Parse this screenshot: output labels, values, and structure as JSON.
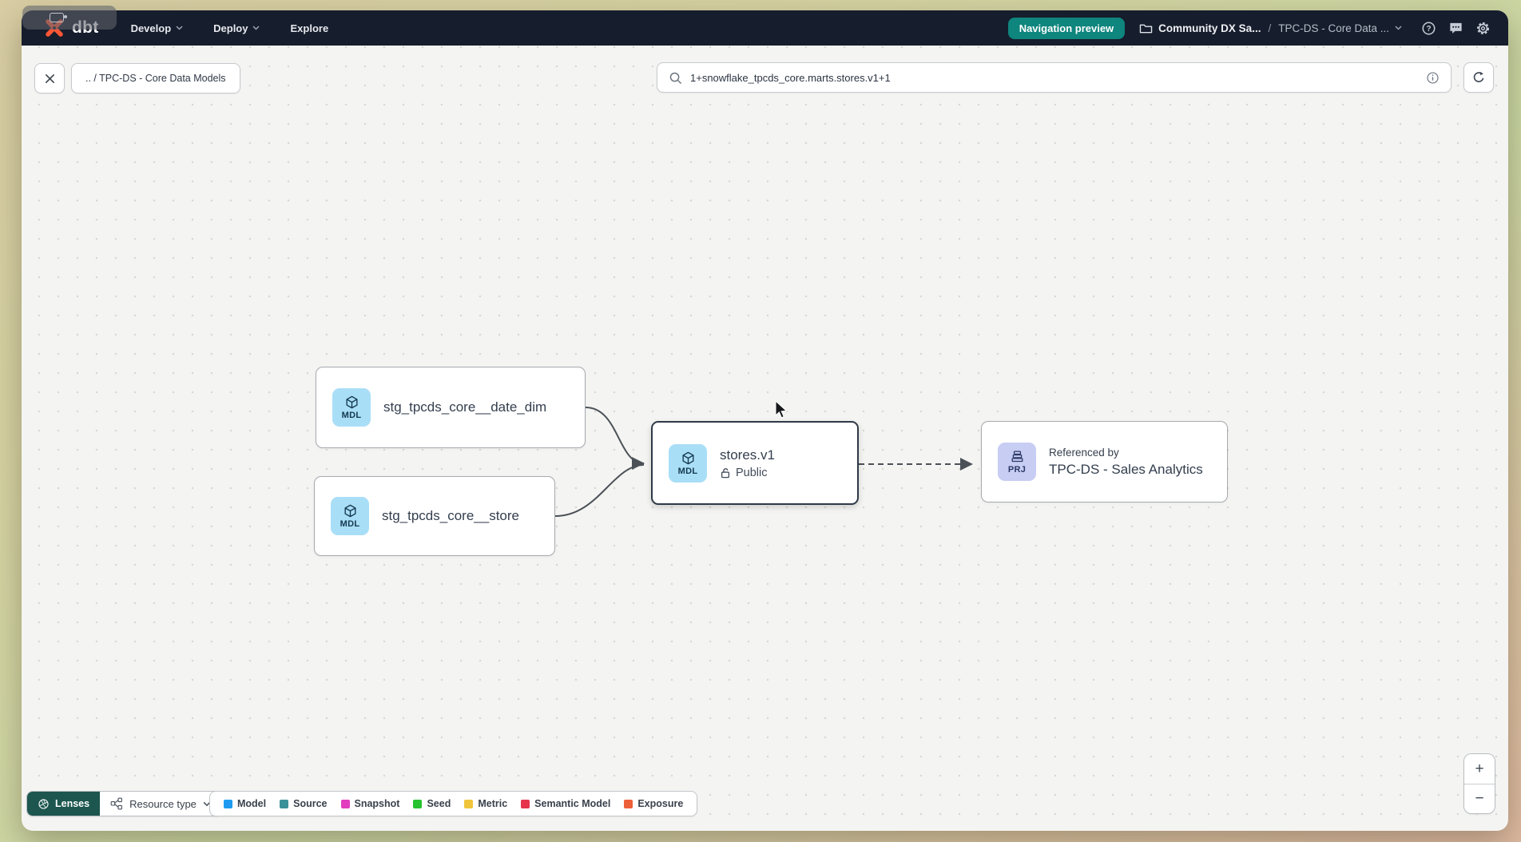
{
  "navbar": {
    "logo_text": "dbt",
    "menus": [
      {
        "label": "Develop"
      },
      {
        "label": "Deploy"
      },
      {
        "label": "Explore"
      }
    ],
    "preview_badge": "Navigation preview",
    "breadcrumb_project": "Community DX Sa...",
    "breadcrumb_separator": "/",
    "breadcrumb_page": "TPC-DS - Core Data ..."
  },
  "toolbar": {
    "breadcrumb_chip": ".. / TPC-DS - Core Data Models",
    "search_value": "1+snowflake_tpcds_core.marts.stores.v1+1"
  },
  "graph": {
    "nodes": [
      {
        "badge": "MDL",
        "label": "stg_tpcds_core__date_dim"
      },
      {
        "badge": "MDL",
        "label": "stg_tpcds_core__store"
      },
      {
        "badge": "MDL",
        "label": "stores.v1",
        "access": "Public"
      },
      {
        "badge": "PRJ",
        "sublabel": "Referenced by",
        "label": "TPC-DS - Sales Analytics"
      }
    ]
  },
  "footer": {
    "lenses_label": "Lenses",
    "resource_type_label": "Resource type",
    "legend": [
      {
        "label": "Model",
        "color": "#1e9bf0"
      },
      {
        "label": "Source",
        "color": "#3a9098"
      },
      {
        "label": "Snapshot",
        "color": "#e23dbe"
      },
      {
        "label": "Seed",
        "color": "#27c22f"
      },
      {
        "label": "Metric",
        "color": "#f0c53c"
      },
      {
        "label": "Semantic Model",
        "color": "#e5344c"
      },
      {
        "label": "Exposure",
        "color": "#ed5f38"
      }
    ],
    "zoom_in": "+",
    "zoom_out": "−"
  }
}
